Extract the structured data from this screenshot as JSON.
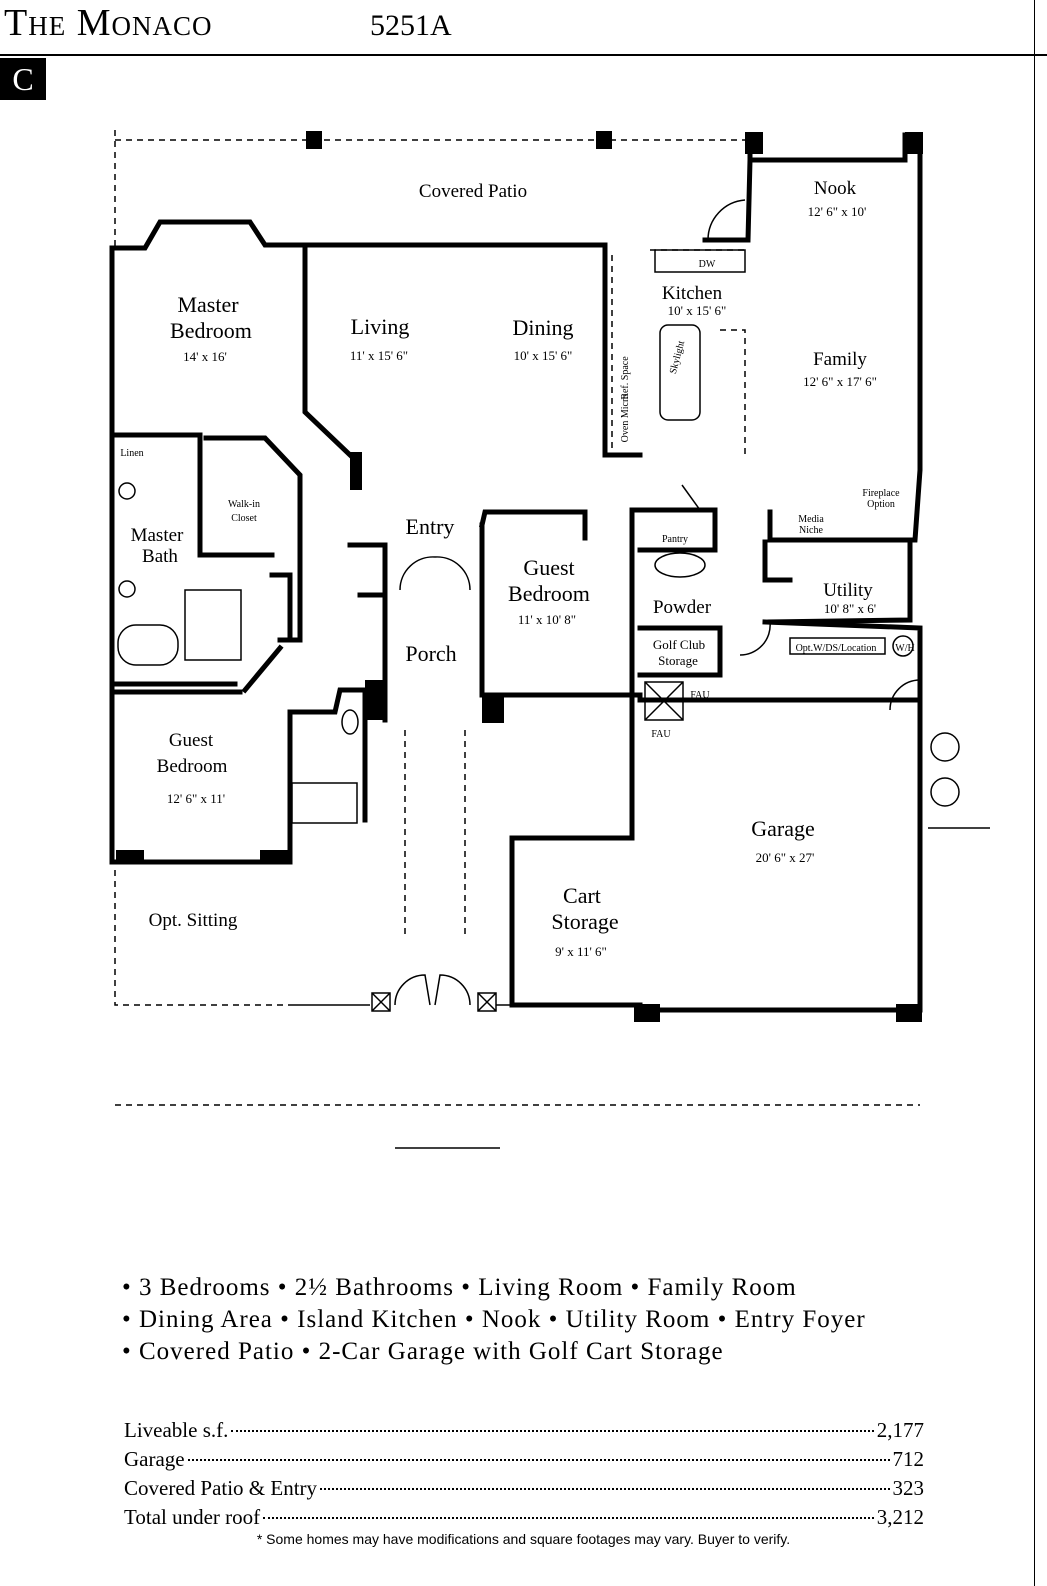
{
  "header": {
    "title": "The Monaco",
    "model": "5251A",
    "badge": "C"
  },
  "rooms": {
    "covered_patio": "Covered Patio",
    "nook": "Nook",
    "nook_dim": "12' 6\" x 10'",
    "master_bedroom_1": "Master",
    "master_bedroom_2": "Bedroom",
    "master_bedroom_dim": "14' x 16'",
    "living": "Living",
    "living_dim": "11' x 15' 6\"",
    "dining": "Dining",
    "dining_dim": "10' x 15' 6\"",
    "kitchen": "Kitchen",
    "kitchen_dim": "10' x 15' 6\"",
    "dw": "DW",
    "family": "Family",
    "family_dim": "12' 6\" x 17' 6\"",
    "linen": "Linen",
    "walk_in_1": "Walk-in",
    "walk_in_2": "Closet",
    "master_bath_1": "Master",
    "master_bath_2": "Bath",
    "entry": "Entry",
    "guest_bedroom_1": "Guest",
    "guest_bedroom_2": "Bedroom",
    "guest_bedroom_dim": "11' x 10' 8\"",
    "pantry": "Pantry",
    "media_niche_1": "Media",
    "media_niche_2": "Niche",
    "fireplace_1": "Fireplace",
    "fireplace_2": "Option",
    "powder": "Powder",
    "utility": "Utility",
    "utility_dim": "10' 8\" x 6'",
    "golf_club_1": "Golf Club",
    "golf_club_2": "Storage",
    "opt_wd": "Opt.W/DS/Location",
    "wh": "W/H",
    "porch": "Porch",
    "fau": "FAU",
    "guest_bedroom2_1": "Guest",
    "guest_bedroom2_2": "Bedroom",
    "guest_bedroom2_dim": "12' 6\" x 11'",
    "garage": "Garage",
    "garage_dim": "20' 6\" x 27'",
    "cart_storage_1": "Cart",
    "cart_storage_2": "Storage",
    "cart_storage_dim": "9' x 11' 6\"",
    "opt_sitting": "Opt. Sitting",
    "skylight": "Skylight",
    "ref_space": "Ref. Space",
    "oven_micro": "Oven Micro"
  },
  "features": [
    "• 3 Bedrooms • 2½ Bathrooms • Living Room • Family Room",
    "• Dining Area • Island Kitchen • Nook • Utility Room • Entry Foyer",
    "• Covered Patio • 2-Car Garage with Golf Cart Storage"
  ],
  "square_footage": [
    {
      "label": "Liveable s.f.",
      "value": "2,177"
    },
    {
      "label": "Garage",
      "value": "712"
    },
    {
      "label": "Covered Patio & Entry",
      "value": "323"
    },
    {
      "label": "Total under roof",
      "value": "3,212"
    }
  ],
  "disclaimer": "* Some homes may have modifications and square footages may vary. Buyer to verify."
}
